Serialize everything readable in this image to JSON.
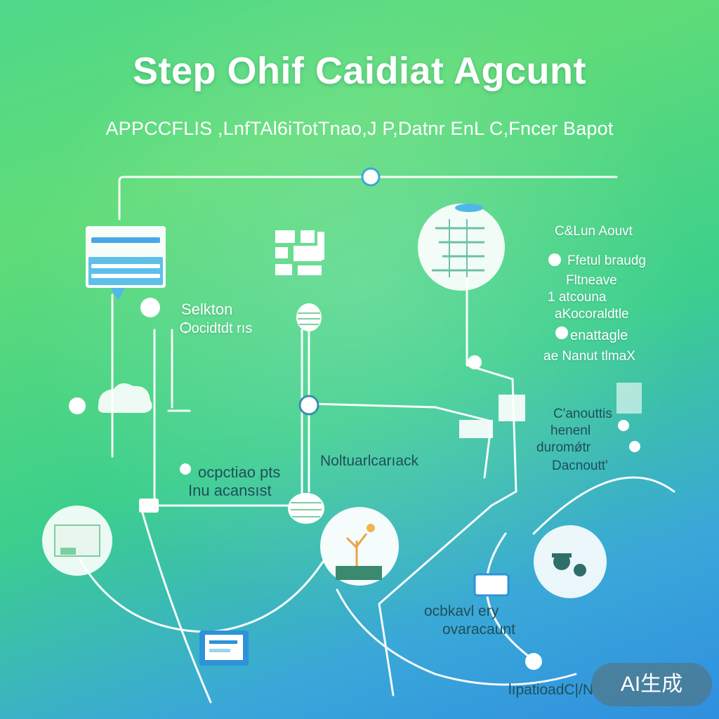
{
  "title": "Step Ohif Caidiat Agcunt",
  "subtitle": "APPCCFLIS ,LnfTAl6iTotTnao,J  P,Datnr EnL C,Fncer Bapot",
  "labels": {
    "selection_1": "Selkton",
    "selection_2": "Ѻocidtdt rıs",
    "step_1": "ocpctiao pts",
    "step_2": "Inu acansıst",
    "middle": "Noltuarlcarıack",
    "right_head": "C‎&Lun Aouvt",
    "right_1": "Ffetul braudg",
    "right_2": "Fltneave",
    "right_3": "1 atcouna",
    "right_4": "aKocoraldtle",
    "right_5": "enattagle",
    "right_6": "ae Nanut tlmaX",
    "right_mid_1": "C'anouttis",
    "right_mid_2": "henenl",
    "right_mid_3": "duromǿtr",
    "right_mid_4": "Dacnoutt'",
    "bottom_1": "ocbkavl ery",
    "bottom_2": "ovaracaunt",
    "bottom_right": "lıpatioadC|/N"
  },
  "badge": "AI生成",
  "colors": {
    "primary": "#ffffff",
    "line": "#ffffff",
    "panel": "#4fb8e8",
    "accent_bg_top": "#4fd889",
    "accent_bg_bottom": "#2f8fe0"
  }
}
